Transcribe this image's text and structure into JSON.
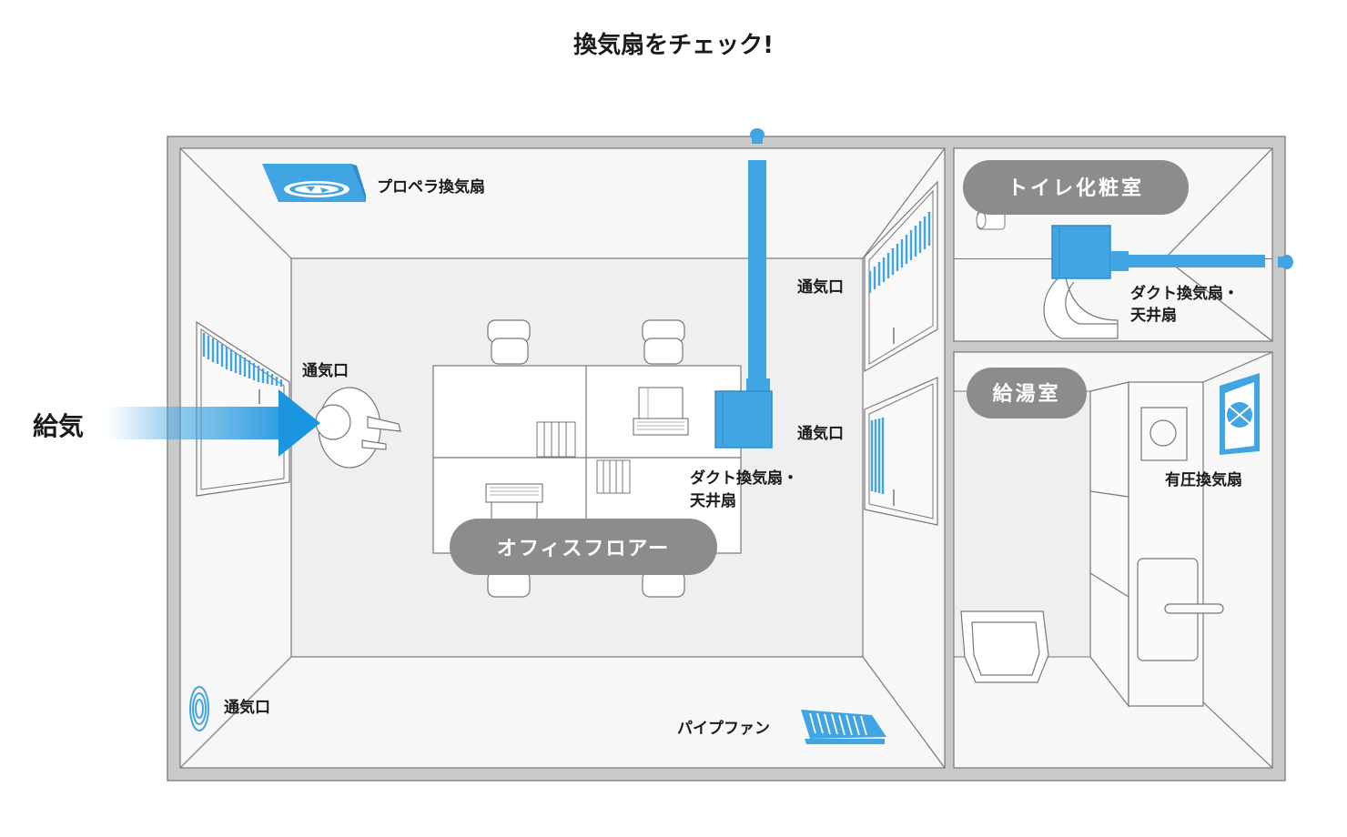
{
  "title": "換気扇をチェック!",
  "colors": {
    "accent": "#42a5e3",
    "wall": "#c9c9c9",
    "floor": "#f1f1f1",
    "line": "#7a7a7a",
    "pill": "#8c8c8c",
    "text": "#1a1a1a"
  },
  "supply_label": "給気",
  "rooms": {
    "office": "オフィスフロアー",
    "toilet": "トイレ化粧室",
    "kitchen": "給湯室"
  },
  "labels": {
    "propeller_fan": "プロペラ換気扇",
    "vent_left": "通気口",
    "vent_right_top": "通気口",
    "vent_right_mid": "通気口",
    "vent_bottom_left": "通気口",
    "duct_fan_office_l1": "ダクト換気扇・",
    "duct_fan_office_l2": "天井扇",
    "duct_fan_toilet_l1": "ダクト換気扇・",
    "duct_fan_toilet_l2": "天井扇",
    "pipe_fan": "パイプファン",
    "pressure_fan": "有圧換気扇"
  }
}
